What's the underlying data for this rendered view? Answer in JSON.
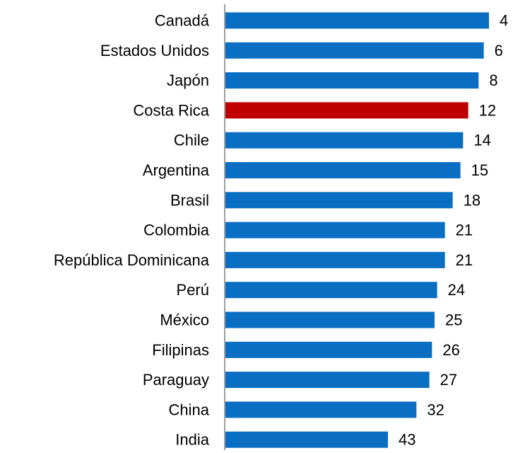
{
  "chart_data": {
    "type": "bar",
    "orientation": "horizontal",
    "categories": [
      "Canadá",
      "Estados Unidos",
      "Japón",
      "Costa Rica",
      "Chile",
      "Argentina",
      "Brasil",
      "Colombia",
      "República Dominicana",
      "Perú",
      "México",
      "Filipinas",
      "Paraguay",
      "China",
      "India"
    ],
    "values": [
      4,
      6,
      8,
      12,
      14,
      15,
      18,
      21,
      21,
      24,
      25,
      26,
      27,
      32,
      43
    ],
    "value_labels": [
      "4",
      "6",
      "8",
      "12",
      "14",
      "15",
      "18",
      "21",
      "21",
      "24",
      "25",
      "26",
      "27",
      "32",
      "43"
    ],
    "highlight_category": "Costa Rica",
    "bar_color": "#0A6FC2",
    "highlight_color": "#C00000",
    "axis_color": "#7F7F7F",
    "title": "",
    "xlabel": "",
    "ylabel": "",
    "legend": "none",
    "grid": false
  }
}
